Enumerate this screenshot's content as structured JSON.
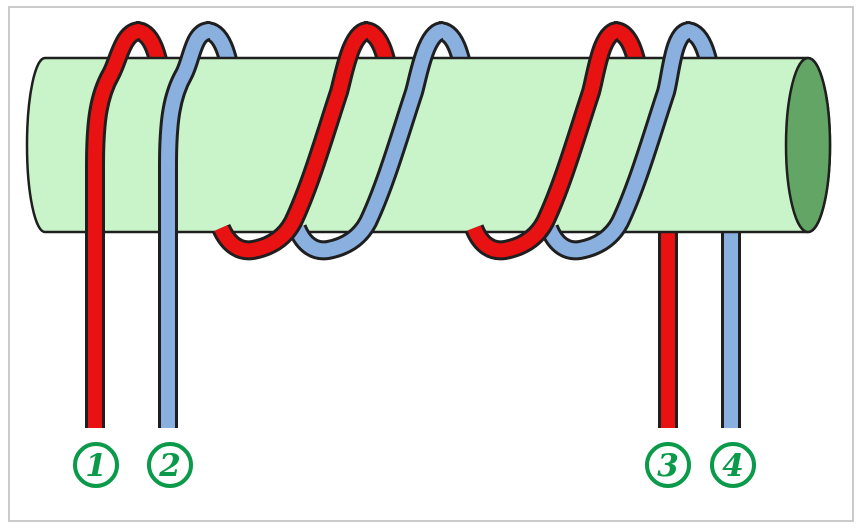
{
  "diagram": {
    "terminals": [
      {
        "label": "1"
      },
      {
        "label": "2"
      },
      {
        "label": "3"
      },
      {
        "label": "4"
      }
    ],
    "colors": {
      "background": "#ffffff",
      "frame_border": "#cbcbcb",
      "core_body": "#c9f4c9",
      "core_cap": "#63a565",
      "outline_dark": "#1f1f1f",
      "wire_red": "#e81212",
      "wire_blue": "#8ab0e0",
      "label_green": "#0a9a4a",
      "label_circle_fill": "#ffffff"
    }
  }
}
